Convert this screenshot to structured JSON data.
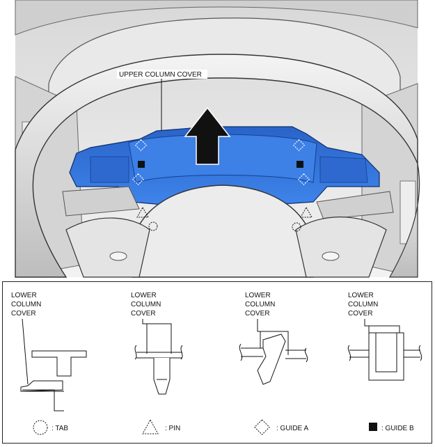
{
  "main_view": {
    "callout_label": "UPPER COLUMN COVER"
  },
  "detail_panels": [
    {
      "label_lines": [
        "LOWER",
        "COLUMN",
        "COVER"
      ]
    },
    {
      "label_lines": [
        "LOWER",
        "COLUMN",
        "COVER"
      ]
    },
    {
      "label_lines": [
        "LOWER",
        "COLUMN",
        "COVER"
      ]
    },
    {
      "label_lines": [
        "LOWER",
        "COLUMN",
        "COVER"
      ]
    }
  ],
  "legend": [
    {
      "symbol": "dashed-circle-icon",
      "label": ": TAB"
    },
    {
      "symbol": "dashed-triangle-icon",
      "label": ": PIN"
    },
    {
      "symbol": "dashed-diamond-icon",
      "label": ": GUIDE A"
    },
    {
      "symbol": "filled-square-icon",
      "label": ": GUIDE B"
    }
  ],
  "colors": {
    "cover_blue": "#2f6fd6",
    "cover_blue_dark": "#1a4fb0",
    "line": "#1a1a1a",
    "interior_grey": "#e6e6e6"
  }
}
